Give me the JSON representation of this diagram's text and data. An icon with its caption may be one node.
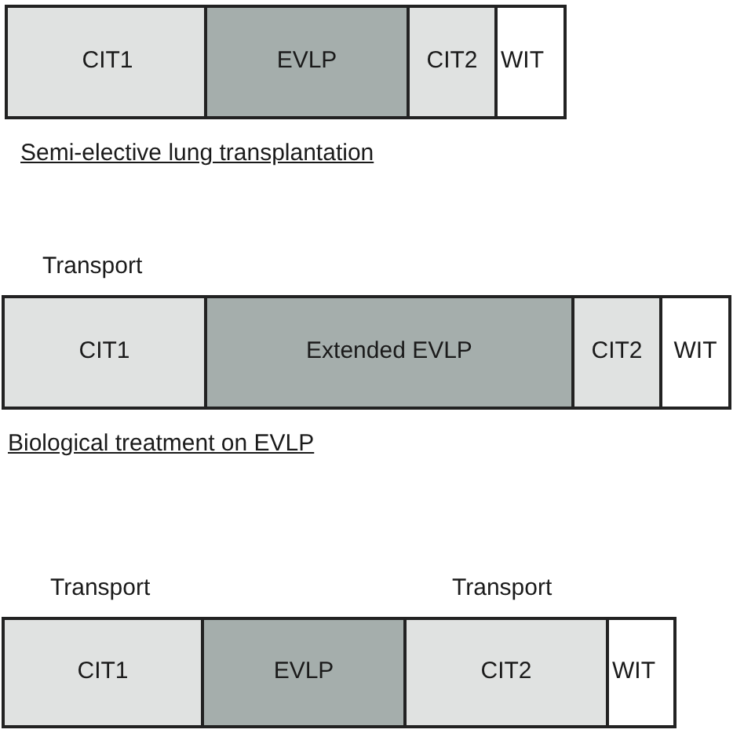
{
  "diagram": {
    "nodes": [
      {
        "text": [
          "CIT1"
        ]
      },
      {
        "text": [
          "EVLP"
        ]
      },
      {
        "text": [
          "CIT2"
        ]
      },
      {
        "text": [
          "WIT"
        ]
      },
      {
        "text": [
          "CIT1"
        ],
        "beside": [
          "Transport"
        ]
      },
      {
        "text": [
          "Extended EVLP"
        ]
      },
      {
        "text": [
          "CIT2"
        ]
      },
      {
        "text": [
          "WIT"
        ]
      },
      {
        "text": [
          "CIT1"
        ],
        "beside": [
          "Transport"
        ]
      },
      {
        "text": [
          "EVLP"
        ]
      },
      {
        "text": [
          "CIT2"
        ],
        "beside": [
          "Transport"
        ]
      },
      {
        "text": [
          "WIT"
        ]
      }
    ],
    "labels": [
      "Semi-elective lung transplantation",
      "Biological treatment on EVLP"
    ]
  }
}
